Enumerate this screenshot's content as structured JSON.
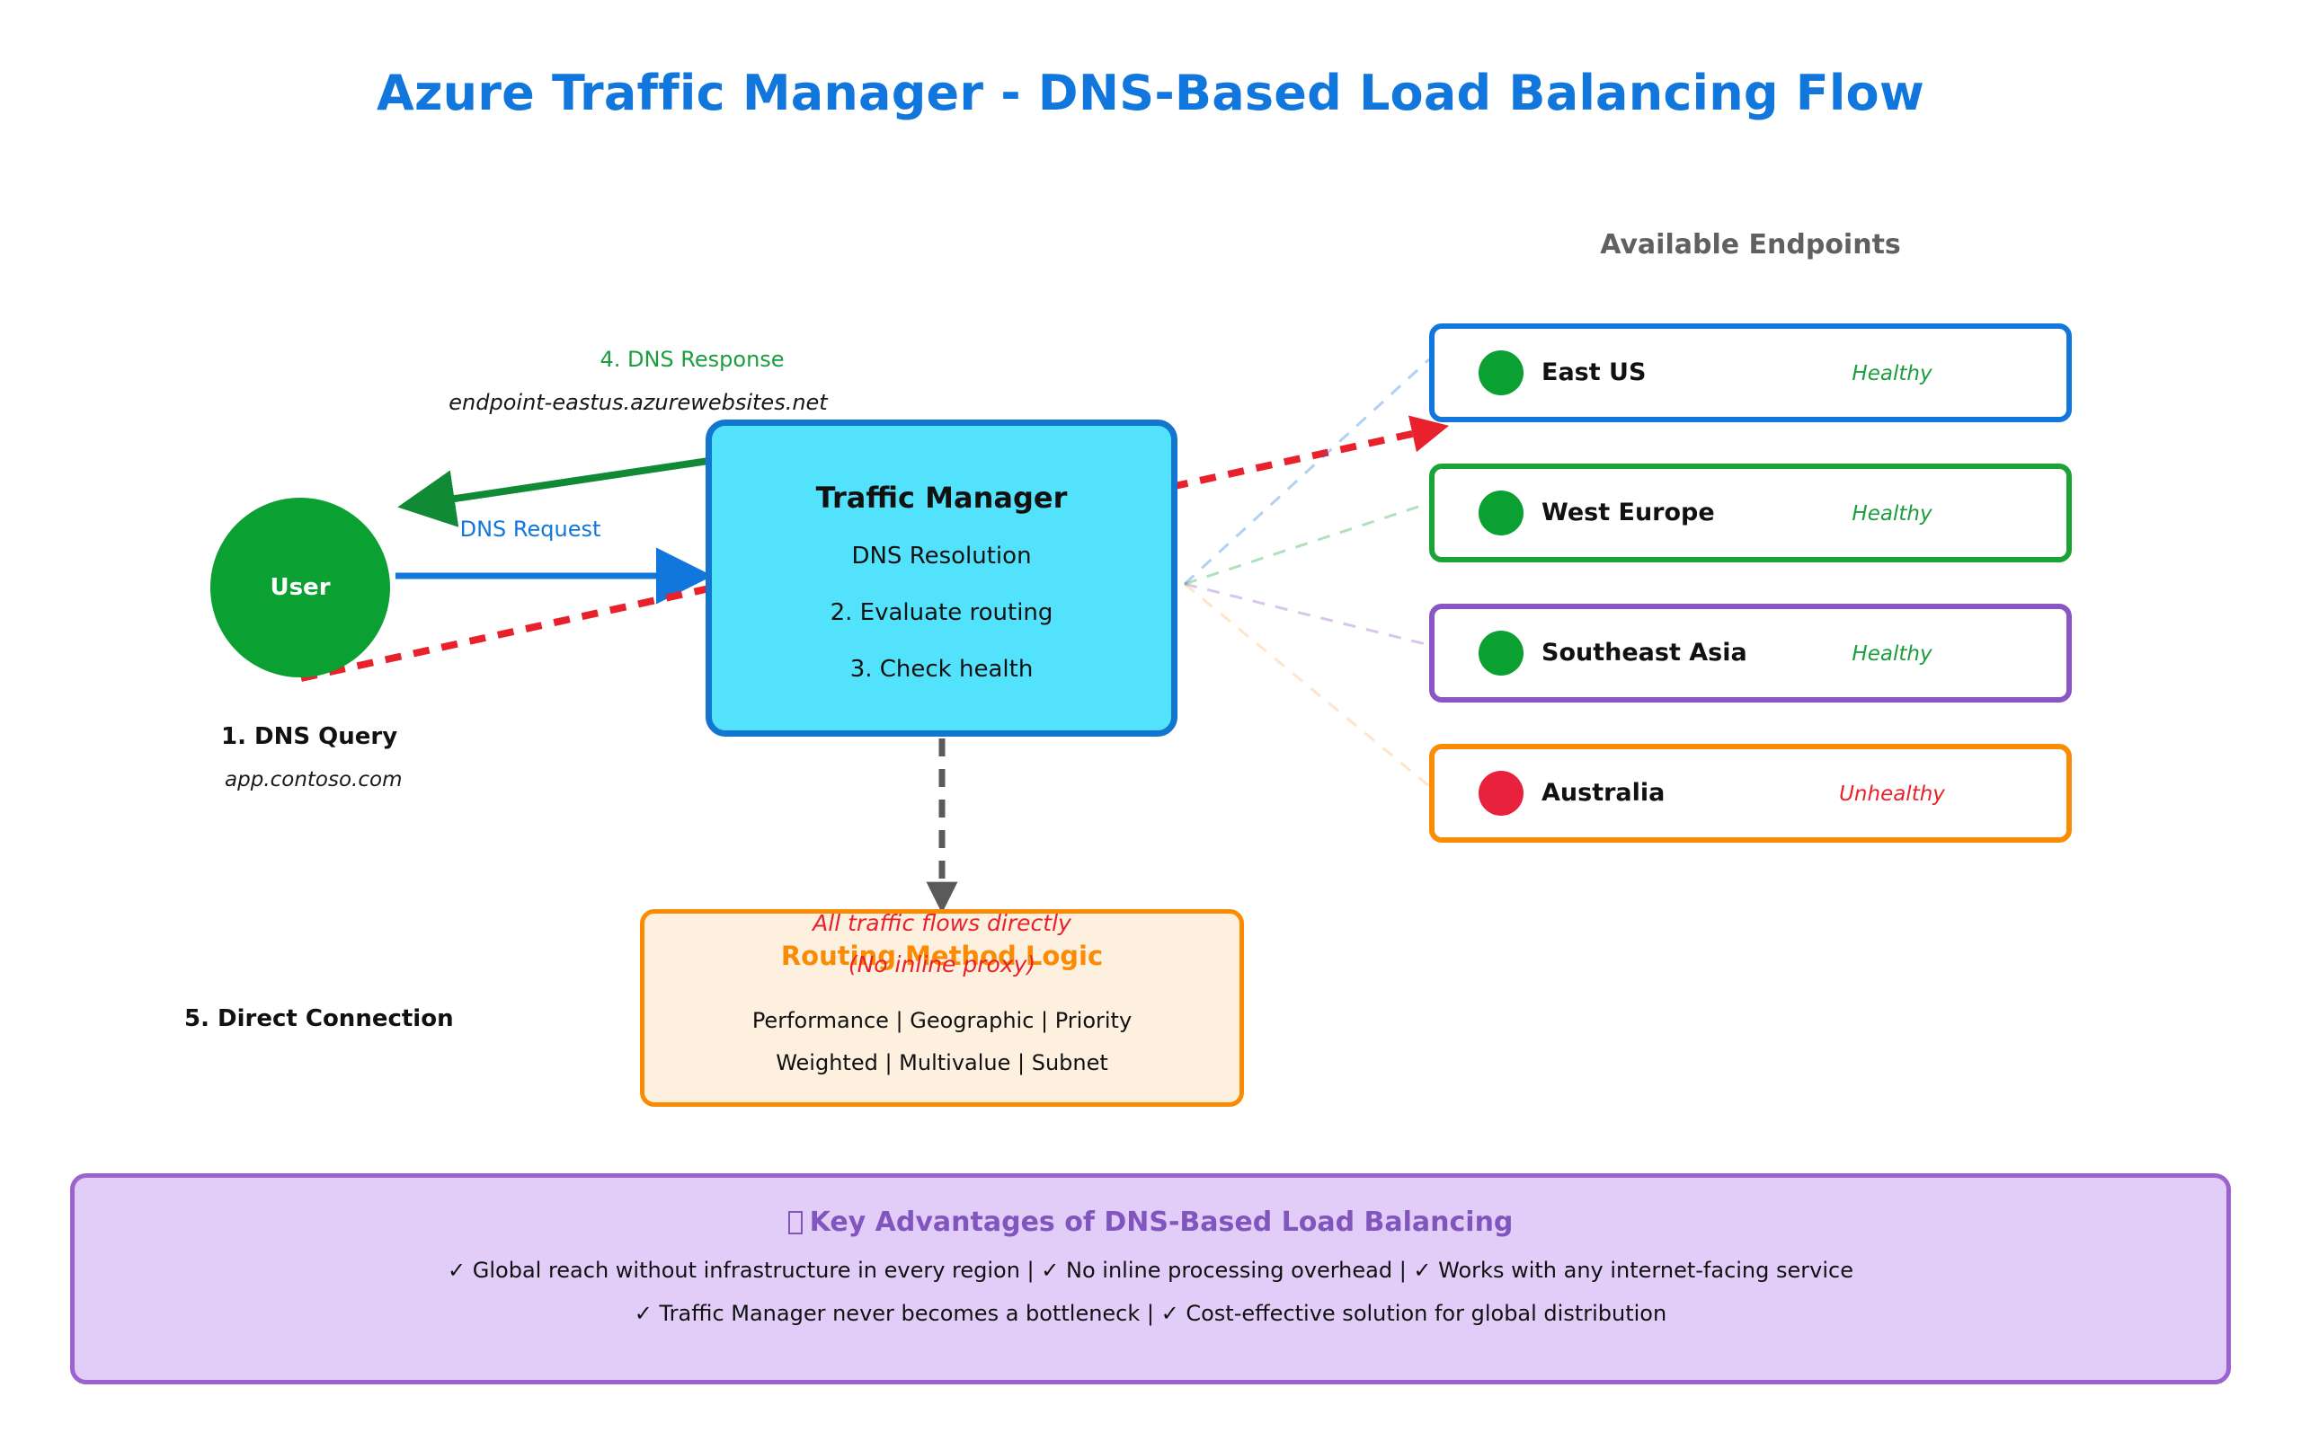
{
  "title": "Azure Traffic Manager - DNS-Based Load Balancing Flow",
  "colors": {
    "title_blue": "#1177DD",
    "tm_fill": "#52E2FC",
    "tm_border": "#1275CE",
    "user_green": "#0AA032",
    "healthy_green": "#1B9E3E",
    "unhealthy_red": "#E8212C",
    "routing_orange": "#FA8C05",
    "routing_fill": "#FDF0DF",
    "advantage_purple": "#8056BE",
    "advantage_fill": "#E1CDF7",
    "dashed_red": "#E8212C",
    "response_green": "#1B9E3E"
  },
  "user": {
    "label": "User",
    "step_label": "1. DNS Query",
    "domain": "app.contoso.com",
    "direct_step_label": "5. Direct Connection"
  },
  "traffic_manager": {
    "title": "Traffic Manager",
    "lines": [
      "DNS Resolution",
      "2. Evaluate routing",
      "3. Check health"
    ]
  },
  "flow_labels": {
    "dns_request": "DNS Request",
    "dns_response": "4. DNS Response",
    "endpoint_fqdn": "endpoint-eastus.azurewebsites.net"
  },
  "endpoints_panel": {
    "title": "Available Endpoints",
    "items": [
      {
        "name": "East US",
        "status": "Healthy",
        "dot_color": "#0AA032",
        "border_color": "#1177DD",
        "status_color": "#1B9E3E"
      },
      {
        "name": "West Europe",
        "status": "Healthy",
        "dot_color": "#0AA032",
        "border_color": "#1BA336",
        "status_color": "#1B9E3E"
      },
      {
        "name": "Southeast Asia",
        "status": "Healthy",
        "dot_color": "#0AA032",
        "border_color": "#8A56C4",
        "status_color": "#1B9E3E"
      },
      {
        "name": "Australia",
        "status": "Unhealthy",
        "dot_color": "#E8213C",
        "border_color": "#FA8C05",
        "status_color": "#E8212C"
      }
    ]
  },
  "routing_box": {
    "title": "Routing Method Logic",
    "row1": "Performance | Geographic | Priority",
    "row2": "Weighted | Multivalue | Subnet",
    "overlay_line1": "All traffic flows directly",
    "overlay_line2": "(No inline proxy)"
  },
  "advantages": {
    "title": "Key Advantages of DNS-Based Load Balancing",
    "line1": "✓ Global reach without infrastructure in every region  |  ✓ No inline processing overhead  |  ✓ Works with any internet-facing service",
    "line2": "✓ Traffic Manager never becomes a bottleneck  |  ✓ Cost-effective solution for global distribution"
  }
}
